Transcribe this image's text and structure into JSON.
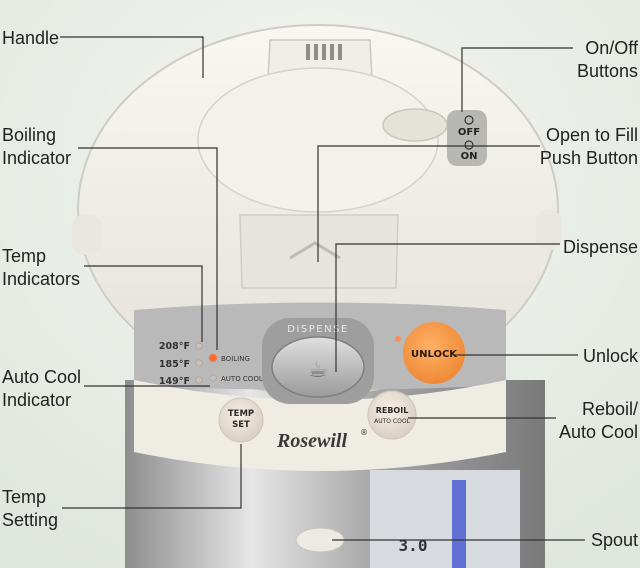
{
  "callouts": {
    "handle": "Handle",
    "boiling_indicator": "Boiling\nIndicator",
    "temp_indicators": "Temp\nIndicators",
    "auto_cool_indicator": "Auto Cool\nIndicator",
    "temp_setting": "Temp\nSetting",
    "on_off_buttons": "On/Off\nButtons",
    "open_to_fill": "Open to Fill\nPush Button",
    "dispense": "Dispense",
    "unlock": "Unlock",
    "reboil_auto_cool": "Reboil/\nAuto Cool",
    "spout": "Spout"
  },
  "panel": {
    "temp_208": "208°F",
    "temp_185": "185°F",
    "temp_149": "149°F",
    "boiling": "BOILING",
    "auto_cool": "AUTO COOL",
    "dispense": "DISPENSE",
    "unlock": "UNLOCK",
    "temp_set_line1": "TEMP",
    "temp_set_line2": "SET",
    "reboil_line1": "REBOIL",
    "reboil_line2": "AUTO COOL",
    "off": "OFF",
    "on": "ON",
    "brand": "Rosewill",
    "registered": "®",
    "water_level": "3.0"
  },
  "colors": {
    "unlock_button": "#f39a4a",
    "indicator_light": "#ff6a3a",
    "panel_gray": "#b9b9b9",
    "body_cream": "#eeece4",
    "water_window": "#4a5ed0"
  }
}
